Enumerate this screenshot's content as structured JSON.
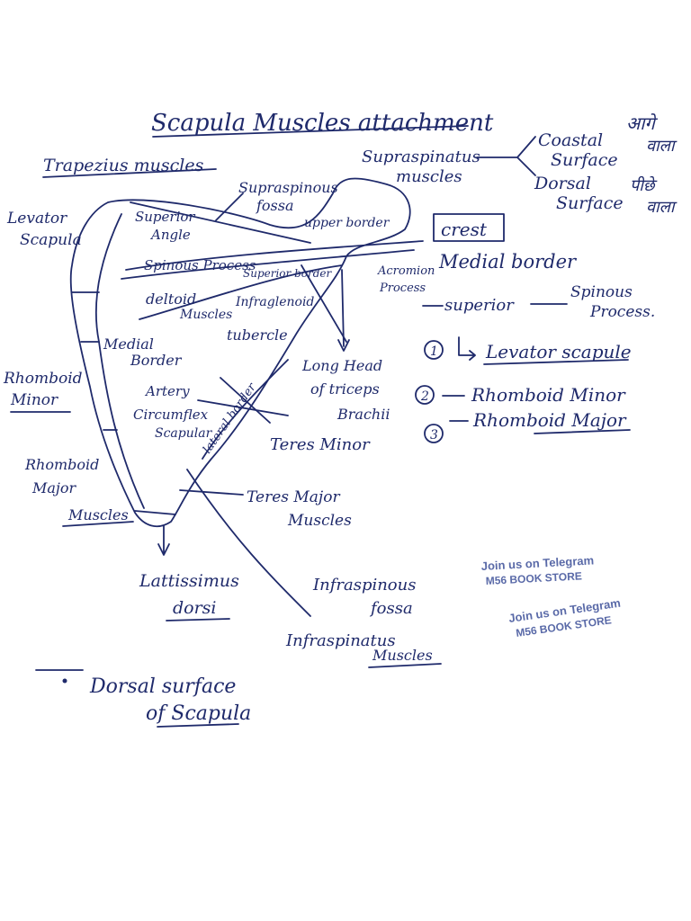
{
  "title": "Scapula Muscles attachment",
  "footer": "Dorsal surface of Scapula",
  "labels": {
    "trapezius": "Trapezius muscles",
    "levator": [
      "Levator",
      "Scapula"
    ],
    "superior_angle": [
      "Superior",
      "Angle"
    ],
    "supraspinous_fossa": [
      "Supraspinous",
      "fossa"
    ],
    "upper_border": "upper border",
    "supraspinatus": [
      "Supraspinatus",
      "muscles"
    ],
    "coastal": [
      "Coastal",
      "Surface"
    ],
    "dorsal": [
      "Dorsal",
      "Surface"
    ],
    "coastal_hindi": [
      "आगे",
      "वाला"
    ],
    "dorsal_hindi": [
      "पीछे",
      "वाला"
    ],
    "crest": "crest",
    "spinous_process": "Spinous Process",
    "superior_border": "Superior border",
    "acromion": [
      "Acromion",
      "Process"
    ],
    "medial_border_head": "Medial border",
    "deltoid": [
      "deltoid",
      "Muscles"
    ],
    "infraglenoid": [
      "Infraglenoid",
      "tubercle"
    ],
    "medial_border_left": [
      "Medial",
      "Border"
    ],
    "long_head": [
      "Long Head",
      "of triceps",
      "Brachii"
    ],
    "rhomboid_minor": [
      "Rhomboid",
      "Minor"
    ],
    "artery": [
      "Artery",
      "Circumflex",
      "Scapular"
    ],
    "lateral_border": "lateral border",
    "teres_minor": "Teres Minor",
    "rhomboid_major": [
      "Rhomboid",
      "Major",
      "Muscles"
    ],
    "teres_major": [
      "Teres Major",
      "Muscles"
    ],
    "latissimus": [
      "Lattissimus",
      "dorsi"
    ],
    "infraspinous_fossa": [
      "Infraspinous",
      "fossa"
    ],
    "infraspinatus": [
      "Infraspinatus",
      "Muscles"
    ]
  },
  "medial_list": {
    "superior": "superior",
    "spinous": [
      "Spinous",
      "Process."
    ],
    "item1_num": "1",
    "item1": "Levator scapule",
    "item2_num": "2",
    "item2": "Rhomboid Minor",
    "item3_num": "3",
    "item3": "Rhomboid Major"
  },
  "stamps": [
    "Join us on Telegram",
    "M56 BOOK STORE",
    "Join us on Telegram",
    "M56 BOOK STORE"
  ],
  "colors": {
    "ink": "#1f2a6b",
    "stamp": "#5a6aa8"
  }
}
